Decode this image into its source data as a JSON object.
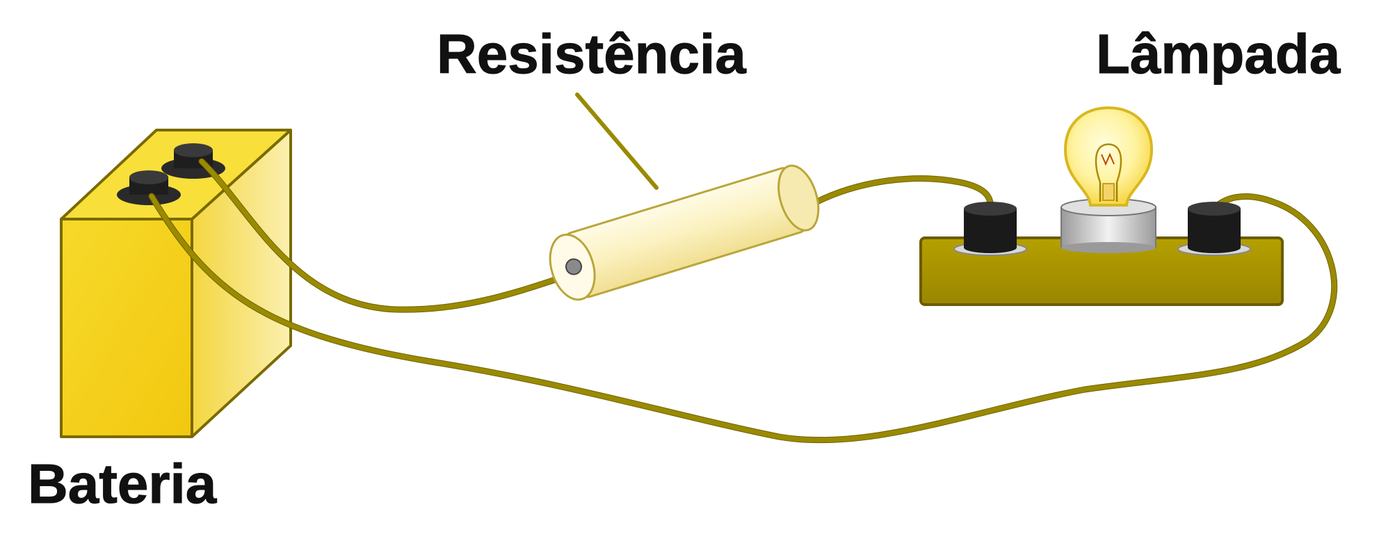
{
  "labels": {
    "resistor": "Resistência",
    "lamp": "Lâmpada",
    "battery": "Bateria"
  },
  "colors": {
    "wire": "#9a8a00",
    "battery_front": "#f5d21c",
    "battery_side": "#f9e67a",
    "battery_top": "#fbe24a",
    "outline": "#7a6a00",
    "terminal": "#1e1e1e",
    "resistor_body": "#fbf3c6",
    "board": "#a89200",
    "bulb_glass": "#fff4a8",
    "bulb_base": "#c9c9c9"
  },
  "icons": [
    "battery-icon",
    "resistor-icon",
    "light-bulb-icon",
    "wire"
  ]
}
